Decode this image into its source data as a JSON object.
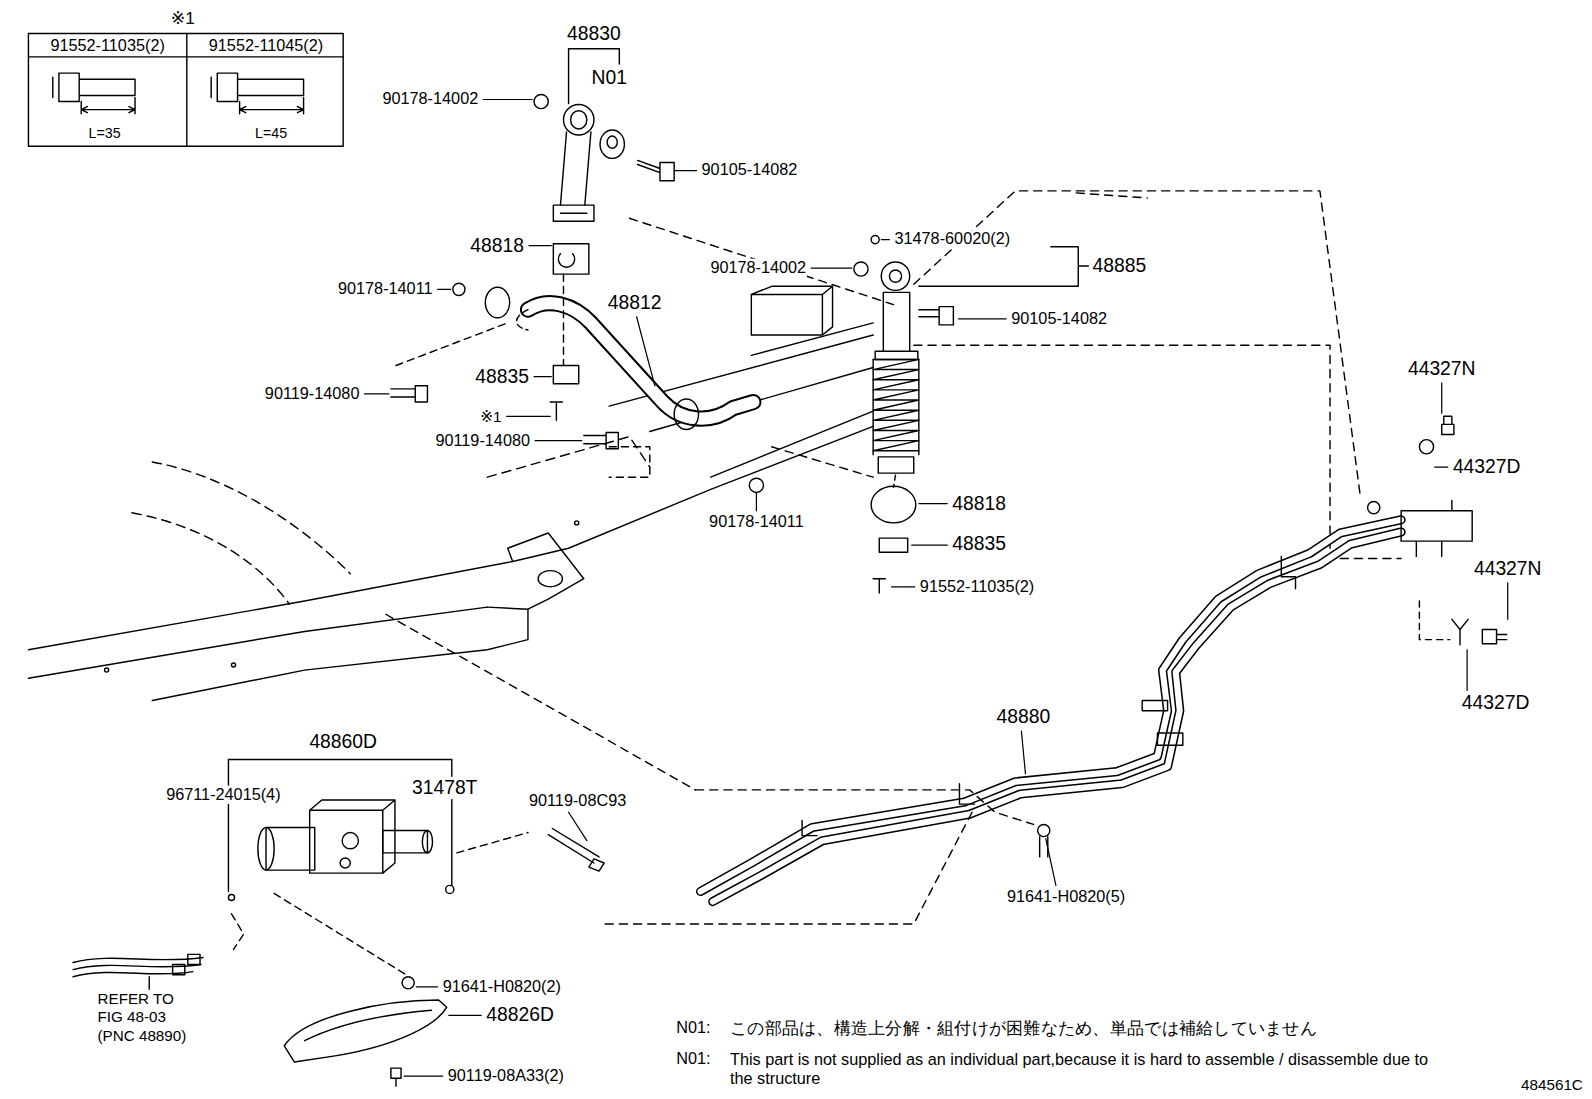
{
  "diagram": {
    "labels": [
      "※1",
      "91552-11035(2)",
      "91552-11045(2)",
      "L=35",
      "L=45",
      "48830",
      "N01",
      "90178-14002",
      "90105-14082",
      "31478-60020(2)",
      "48818",
      "90178-14002",
      "48885",
      "90178-14011",
      "48812",
      "90105-14082",
      "48835",
      "44327N",
      "90119-14080",
      "※1",
      "90119-14080",
      "44327D",
      "48818",
      "90178-14011",
      "48835",
      "44327N",
      "91552-11035(2)",
      "44327D",
      "48880",
      "48860D",
      "31478T",
      "96711-24015(4)",
      "90119-08C93",
      "91641-H0820(5)",
      "91641-H0820(2)",
      "REFER TO FIG 48-03 (PNC 48890)",
      "48826D",
      "N01:",
      "この部品は、構造上分解・組付けが困難なため、単品では補給していません",
      "N01:",
      "This part is not supplied as an individual part,because it is hard to assemble / disassemble due to the structure",
      "90119-08A33(2)",
      "484561C"
    ]
  }
}
